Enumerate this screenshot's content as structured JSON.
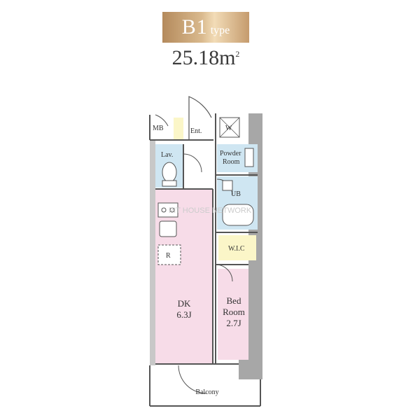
{
  "header": {
    "type_label": "B1",
    "type_suffix": "type",
    "area_value": "25.18m",
    "area_unit": "2"
  },
  "watermark": "PIT HOUSE NETWORK",
  "rooms": {
    "mb": "MB",
    "ent": "Ent.",
    "w": "W",
    "lav": "Lav.",
    "powder_line1": "Powder",
    "powder_line2": "Room",
    "ub": "UB",
    "wic": "W.I.C",
    "r": "R",
    "dk_line1": "DK",
    "dk_line2": "6.3J",
    "bed_line1": "Bed",
    "bed_line2": "Room",
    "bed_line3": "2.7J",
    "balcony": "Balcony"
  },
  "colors": {
    "pink": "#f7dce8",
    "blue": "#cfe6f2",
    "yellow": "#fbf6c8",
    "wall": "#a7a7a7"
  }
}
